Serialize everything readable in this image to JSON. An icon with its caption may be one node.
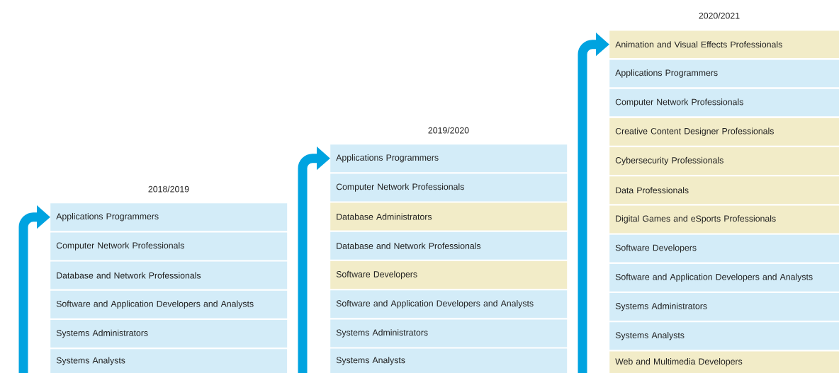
{
  "diagram": {
    "nodes": [
      {
        "text": [
          "Applications Programmers"
        ]
      },
      {
        "text": [
          "Computer Network Professionals"
        ]
      },
      {
        "text": [
          "Database and Network Professionals"
        ]
      },
      {
        "text": [
          "Software and Application Developers and Analysts"
        ]
      },
      {
        "text": [
          "Systems Administrators"
        ]
      },
      {
        "text": [
          "Systems Analysts"
        ]
      },
      {
        "text": [
          "Applications Programmers"
        ]
      },
      {
        "text": [
          "Computer Network Professionals"
        ]
      },
      {
        "text": [
          "Database Administrators"
        ]
      },
      {
        "text": [
          "Database and Network Professionals"
        ]
      },
      {
        "text": [
          "Software Developers"
        ]
      },
      {
        "text": [
          "Software and Application Developers and Analysts"
        ]
      },
      {
        "text": [
          "Systems Administrators"
        ]
      },
      {
        "text": [
          "Systems Analysts"
        ]
      },
      {
        "text": [
          "Animation and Visual Effects Professionals"
        ]
      },
      {
        "text": [
          "Applications Programmers"
        ]
      },
      {
        "text": [
          "Computer Network Professionals"
        ]
      },
      {
        "text": [
          "Creative Content Designer Professionals"
        ]
      },
      {
        "text": [
          "Cybersecurity Professionals"
        ]
      },
      {
        "text": [
          "Data Professionals"
        ]
      },
      {
        "text": [
          "Digital Games and eSports Professionals"
        ]
      },
      {
        "text": [
          "Software Developers"
        ]
      },
      {
        "text": [
          "Software and Application Developers and Analysts"
        ]
      },
      {
        "text": [
          "Systems Administrators"
        ]
      },
      {
        "text": [
          "Systems Analysts"
        ]
      },
      {
        "text": [
          "Web and Multimedia Developers"
        ]
      }
    ],
    "edges": [
      {
        "from": null,
        "to": 0,
        "arrow": "to"
      },
      {
        "from": null,
        "to": 6,
        "arrow": "to"
      },
      {
        "from": null,
        "to": 14,
        "arrow": "to"
      }
    ],
    "labels": [
      "2020/2021",
      "2019/2020",
      "2018/2019"
    ]
  }
}
